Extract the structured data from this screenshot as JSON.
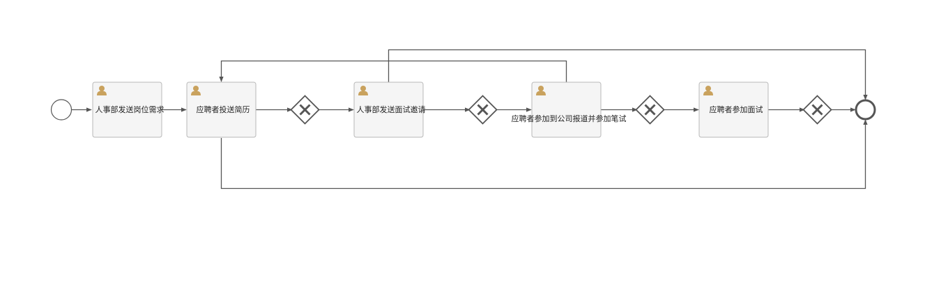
{
  "diagram": {
    "type": "bpmn-process",
    "colors": {
      "line": "#555555",
      "task_fill": "#f5f5f5",
      "task_border": "#b8b8b8",
      "user_icon": "#c9a25e",
      "text": "#222222"
    },
    "start_event": {
      "name": "start-event"
    },
    "end_event": {
      "name": "end-event"
    },
    "tasks": [
      {
        "id": "t1",
        "label": "人事部发送岗位需求",
        "icon": "user-icon"
      },
      {
        "id": "t2",
        "label": "应聘者投送简历",
        "icon": "user-icon"
      },
      {
        "id": "t3",
        "label": "人事部发送面试邀请",
        "icon": "user-icon"
      },
      {
        "id": "t4",
        "label": "应聘者参加到公司报道并参加笔试",
        "icon": "user-icon"
      },
      {
        "id": "t5",
        "label": "应聘者参加面试",
        "icon": "user-icon"
      }
    ],
    "gateways": [
      {
        "id": "g1",
        "type": "exclusive"
      },
      {
        "id": "g2",
        "type": "exclusive"
      },
      {
        "id": "g3",
        "type": "exclusive"
      },
      {
        "id": "g4",
        "type": "exclusive"
      }
    ],
    "flows": [
      {
        "from": "start",
        "to": "t1"
      },
      {
        "from": "t1",
        "to": "t2"
      },
      {
        "from": "t2",
        "to": "g1"
      },
      {
        "from": "g1",
        "to": "t3"
      },
      {
        "from": "t3",
        "to": "g2"
      },
      {
        "from": "g2",
        "to": "t4"
      },
      {
        "from": "t4",
        "to": "g3"
      },
      {
        "from": "g3",
        "to": "t5"
      },
      {
        "from": "t5",
        "to": "g4"
      },
      {
        "from": "g4",
        "to": "end"
      },
      {
        "from": "t3",
        "to": "end"
      },
      {
        "from": "t4",
        "to": "t2"
      },
      {
        "from": "t2",
        "to": "end"
      }
    ]
  }
}
